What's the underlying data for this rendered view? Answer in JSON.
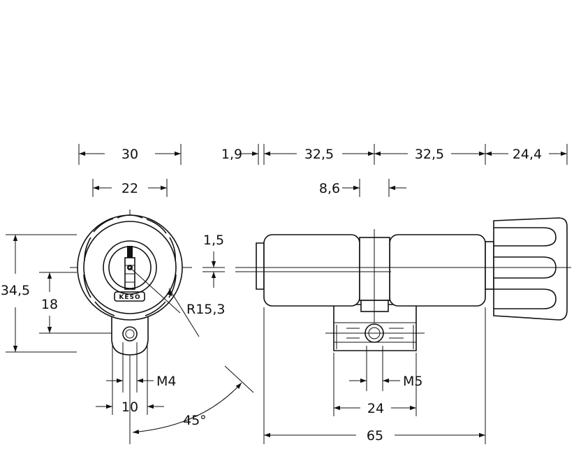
{
  "diagram": {
    "top_dimensions": {
      "front_width": "30",
      "offset": "1,9",
      "left_body": "32,5",
      "right_body": "32,5",
      "knob": "24,4"
    },
    "second_row": {
      "front_inner": "22",
      "cam_gap": "8,6"
    },
    "vertical": {
      "height_total": "34,5",
      "height_inner": "18",
      "center_offset": "1,5"
    },
    "radius": "R15,3",
    "bottom_dimensions": {
      "screw_left": "M4",
      "screw_right": "M5",
      "screw_spacing": "10",
      "base_width": "24",
      "overall_length": "65",
      "angle": "45°"
    },
    "logo": "KESO"
  }
}
